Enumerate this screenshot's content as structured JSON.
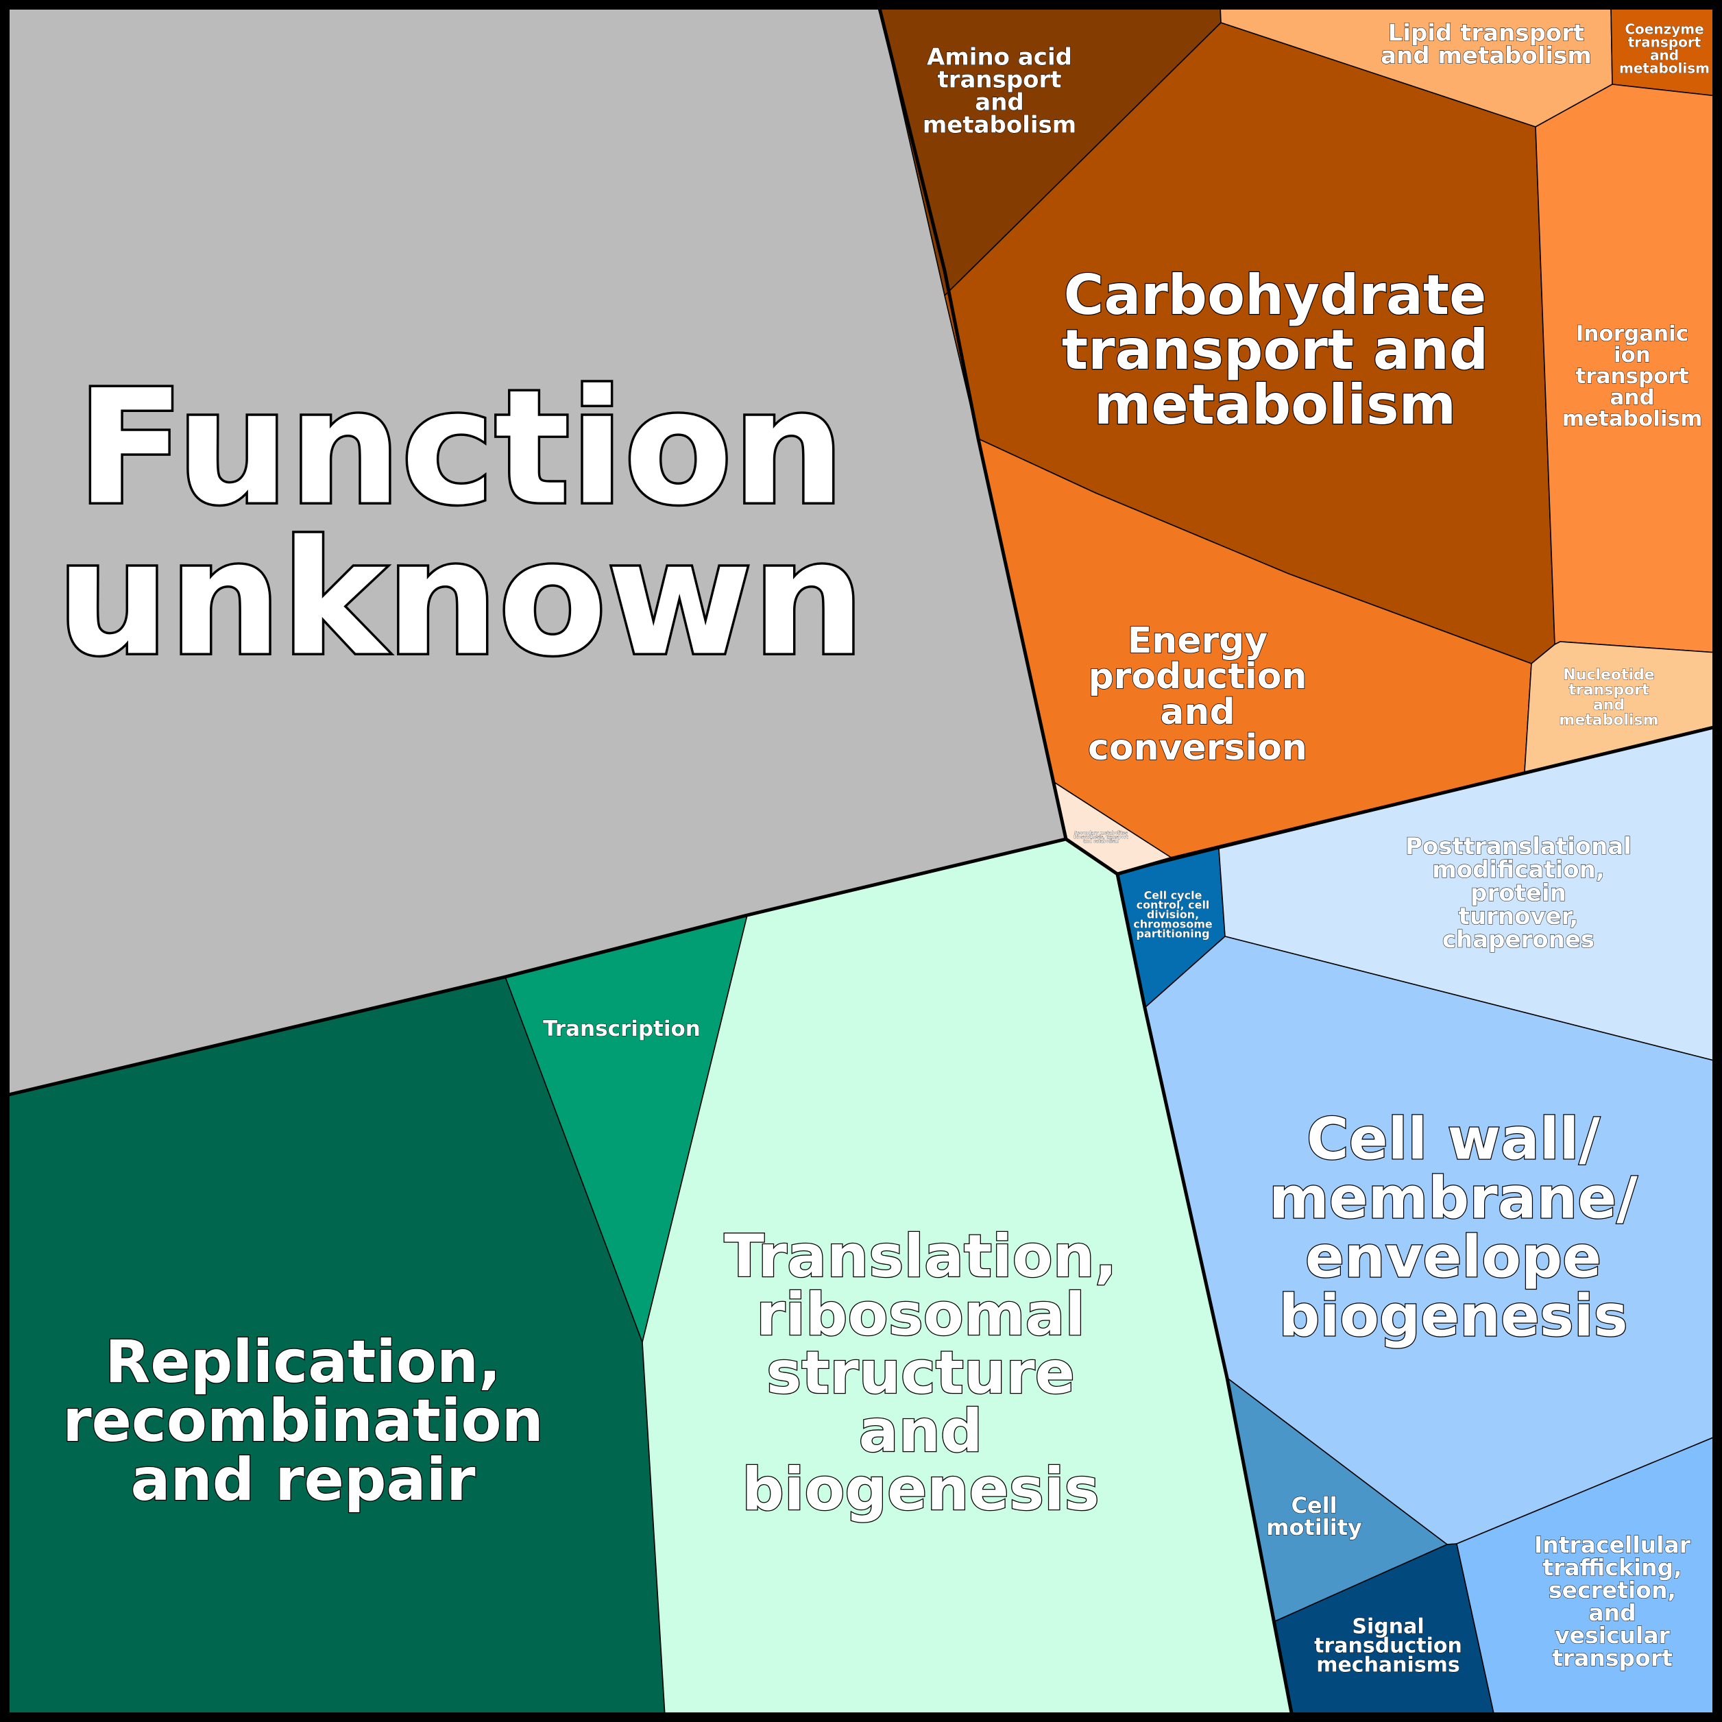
{
  "chart_data": {
    "type": "voronoi-treemap",
    "title": "",
    "groups": [
      {
        "name": "",
        "cells": [
          {
            "label": "Function unknown",
            "color": "#bbbbbb"
          }
        ]
      },
      {
        "name": "",
        "cells": [
          {
            "label": "Carbohydrate transport and metabolism",
            "color": "#b04e00"
          },
          {
            "label": "Amino acid transport and metabolism",
            "color": "#843c01"
          },
          {
            "label": "Lipid transport and metabolism",
            "color": "#fdae6b"
          },
          {
            "label": "Coenzyme transport and metabolism",
            "color": "#d45e03"
          },
          {
            "label": "Inorganic ion transport and metabolism",
            "color": "#fd8d3c"
          },
          {
            "label": "Energy production and conversion",
            "color": "#f17720"
          },
          {
            "label": "Nucleotide transport and metabolism",
            "color": "#fdc890"
          },
          {
            "label": "Secondary metabolites biosynthesis, transport and catabolism",
            "color": "#fee6d4"
          }
        ]
      },
      {
        "name": "",
        "cells": [
          {
            "label": "Replication, recombination and repair",
            "color": "#00674e"
          },
          {
            "label": "Transcription",
            "color": "#029e73"
          },
          {
            "label": "Translation, ribosomal structure and biogenesis",
            "color": "#ccfde5"
          }
        ]
      },
      {
        "name": "",
        "cells": [
          {
            "label": "Cell cycle control, cell division, chromosome partitioning",
            "color": "#046eb0"
          },
          {
            "label": "Posttranslational modification, protein turnover, chaperones",
            "color": "#cde5fd"
          },
          {
            "label": "Cell wall/ membrane/ envelope biogenesis",
            "color": "#9dccfd"
          },
          {
            "label": "Cell motility",
            "color": "#4a96c9"
          },
          {
            "label": "Signal transduction mechanisms",
            "color": "#02497e"
          },
          {
            "label": "Intracellular trafficking, secretion, and vesicular transport",
            "color": "#80befd"
          }
        ]
      }
    ]
  }
}
